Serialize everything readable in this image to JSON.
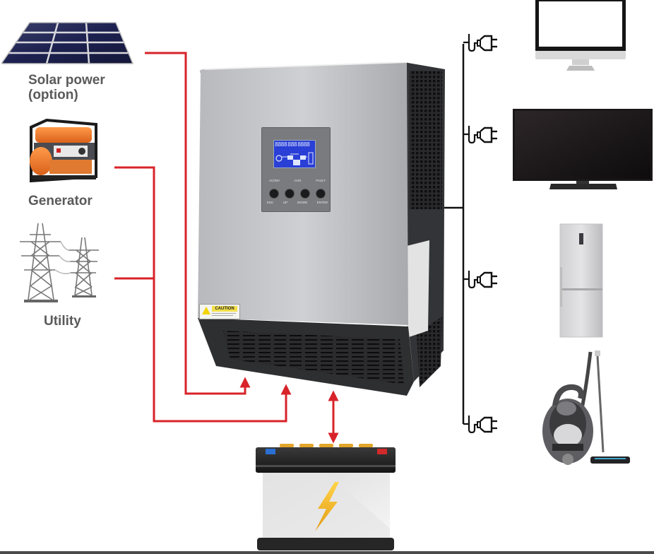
{
  "diagram": {
    "type": "off-grid hybrid solar inverter wiring diagram",
    "colors": {
      "input_line": "#d8232a",
      "output_line": "#111111",
      "inverter_panel": "#c4c5c8",
      "inverter_casing": "#2b2b2d",
      "lcd_backlight": "#2a3fd6",
      "battery_bolt": "#f2b01e"
    }
  },
  "sources": [
    {
      "id": "solar",
      "label_line1": "Solar power",
      "label_line2": "(option)",
      "icon": "solar-panel-icon"
    },
    {
      "id": "generator",
      "label_line1": "Generator",
      "icon": "generator-icon"
    },
    {
      "id": "utility",
      "label_line1": "Utility",
      "icon": "power-tower-icon"
    }
  ],
  "inverter": {
    "name": "hybrid solar inverter",
    "lcd_digits_left": "8888",
    "lcd_digits_mid": "888",
    "lcd_digits_right": "8888",
    "indicators": [
      {
        "label": "AC/INV",
        "icon": "sun-icon"
      },
      {
        "label": "CHG",
        "icon": "charge-icon"
      },
      {
        "label": "FAULT",
        "icon": "warning-icon"
      }
    ],
    "buttons": [
      {
        "label": "ESC"
      },
      {
        "label": "UP"
      },
      {
        "label": "DOWN"
      },
      {
        "label": "ENTER"
      }
    ],
    "caution_label": "CAUTION"
  },
  "storage": {
    "id": "battery",
    "icon": "battery-icon",
    "bidirectional": true
  },
  "loads": [
    {
      "id": "computer-monitor",
      "icon": "monitor-icon"
    },
    {
      "id": "television",
      "icon": "tv-icon"
    },
    {
      "id": "refrigerator",
      "icon": "fridge-icon"
    },
    {
      "id": "vacuum-cleaner",
      "icon": "vacuum-icon"
    }
  ]
}
